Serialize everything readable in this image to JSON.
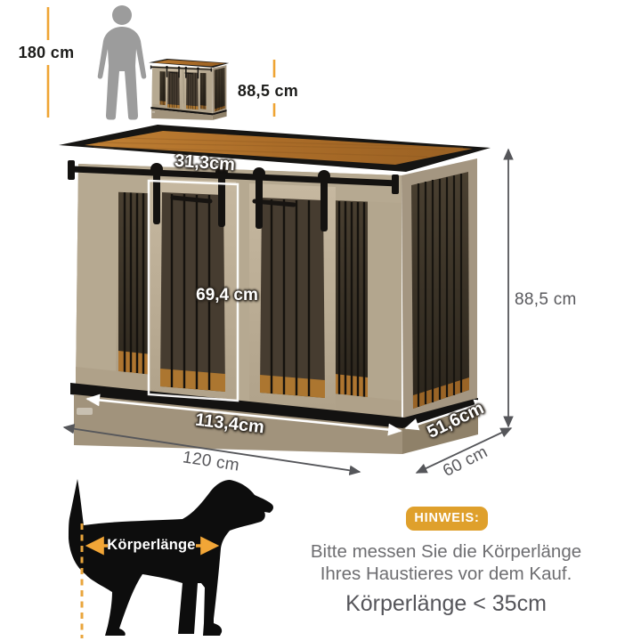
{
  "scale_comparison": {
    "human_height": "180 cm",
    "thumbnail_height": "88,5 cm"
  },
  "dimensions": {
    "door_width": "31,3cm",
    "inner_height": "69,4 cm",
    "inner_width": "113,4cm",
    "inner_depth": "51,6cm",
    "total_width": "120 cm",
    "total_depth": "60 cm",
    "total_height": "88,5 cm"
  },
  "measurement_guide": {
    "dog_label": "Körperlänge",
    "badge": "HINWEIS:",
    "line1": "Bitte messen Sie die Körperlänge",
    "line2": "Ihres Haustieres vor dem Kauf.",
    "line3": "Körperlänge < 35cm"
  },
  "colors": {
    "accent_orange": "#efa433",
    "badge_orange": "#dfa02c",
    "dimension_text_gray": "#58585c",
    "label_dark": "#1d1d1b",
    "wood_top": "#ad6f2b",
    "wood_front": "#b3a68e",
    "human_silhouette_gray": "#9c9c9c",
    "dog_silhouette_black": "#0d0d0d"
  }
}
